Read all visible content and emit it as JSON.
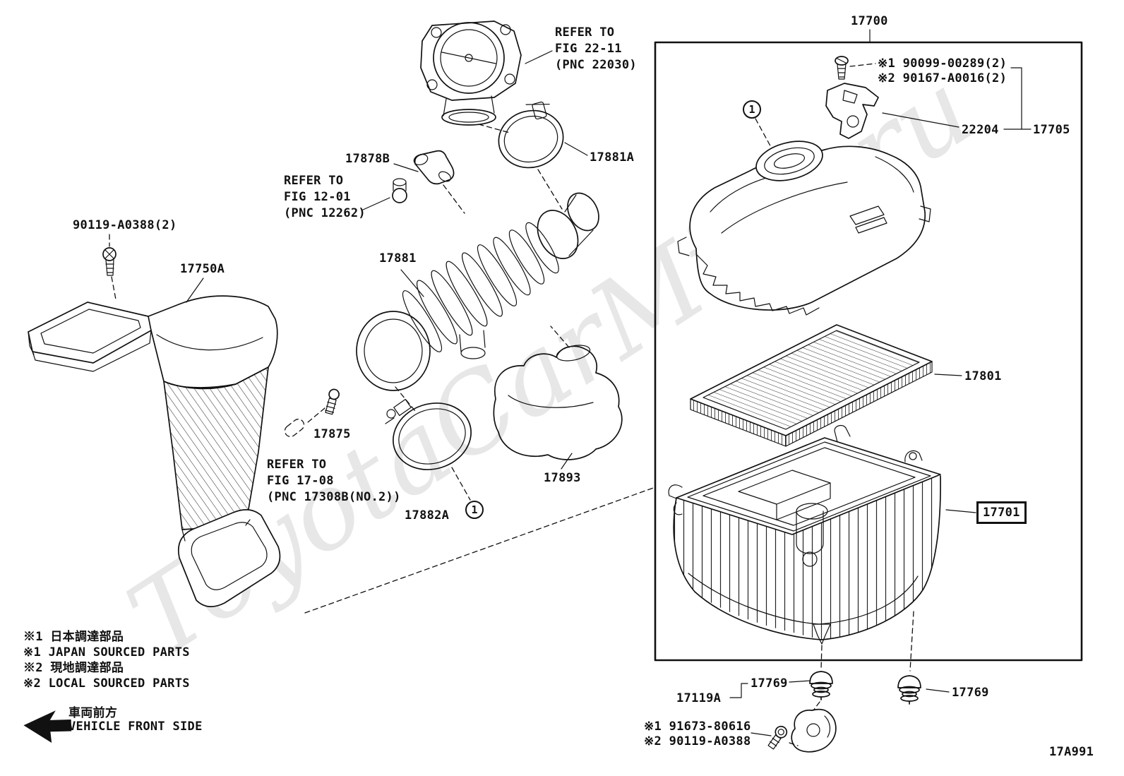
{
  "page": {
    "watermark": "ToyotaCarMine.ru",
    "drawing_number": "17A991",
    "line_color": "#111111",
    "background": "#ffffff"
  },
  "callouts": {
    "c17700": "17700",
    "c22204": "22204",
    "c17705": "17705",
    "c17878B": "17878B",
    "c17881A": "17881A",
    "c90119A0388": "90119-A0388(2)",
    "c17750A": "17750A",
    "c17881": "17881",
    "c17801": "17801",
    "c17875": "17875",
    "c17893": "17893",
    "c17882A": "17882A",
    "c17701": "17701",
    "c17769_left": "17769",
    "c17119A": "17119A",
    "c17769_right": "17769"
  },
  "notes": {
    "screw_note_1": "※1 90099-00289(2)",
    "screw_note_2": "※2 90167-A0016(2)",
    "refer_fig_22_11": "REFER TO\nFIG 22-11\n(PNC 22030)",
    "refer_fig_12_01": "REFER TO\nFIG 12-01\n(PNC 12262)",
    "refer_fig_17_08": "REFER TO\nFIG 17-08\n(PNC 17308B(NO.2))",
    "bolt_note_1": "※1 91673-80616",
    "bolt_note_2": "※2 90119-A0388"
  },
  "legend": {
    "line1_jp": "※1 日本調達部品",
    "line2_en": "※1 JAPAN SOURCED PARTS",
    "line3_jp": "※2 現地調達部品",
    "line4_en": "※2 LOCAL SOURCED PARTS"
  },
  "front_marker": {
    "jp": "車両前方",
    "en": "VEHICLE FRONT SIDE"
  },
  "markers": {
    "circle_1_top": "1",
    "circle_1_mid": "1"
  }
}
